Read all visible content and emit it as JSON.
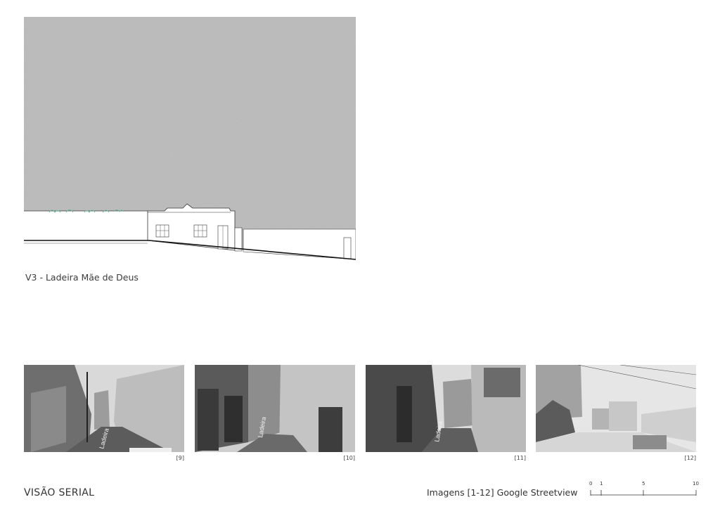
{
  "drawing": {
    "caption": "V3 - Ladeira Mãe de Deus"
  },
  "photos": [
    {
      "label": "[9]",
      "street_text": "Ladeira"
    },
    {
      "label": "[10]",
      "street_text": "Ladeira"
    },
    {
      "label": "[11]",
      "street_text": "Ladeira"
    },
    {
      "label": "[12]"
    }
  ],
  "footer": {
    "title": "VISÃO SERIAL",
    "credit": "Imagens [1-12] Google Streetview",
    "scale_ticks": [
      "0",
      "1",
      "5",
      "10"
    ]
  }
}
